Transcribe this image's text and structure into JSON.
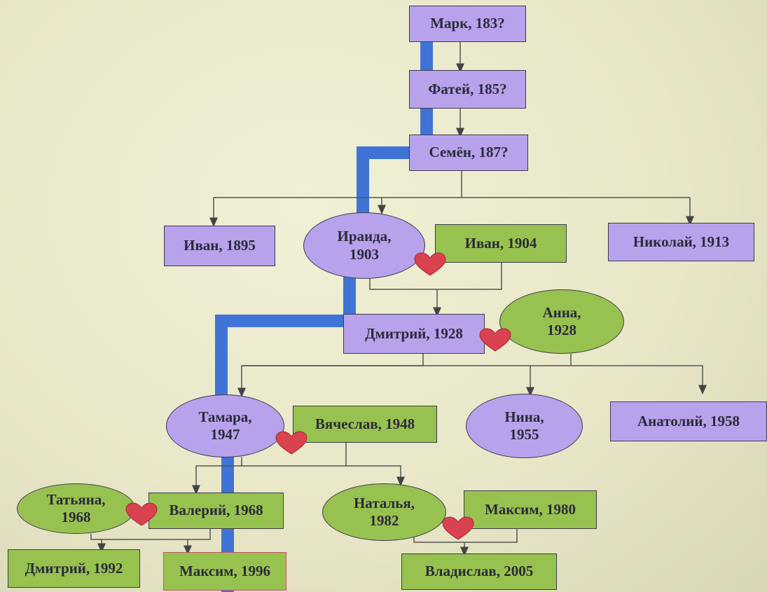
{
  "tree": {
    "mark": "Марк, 183?",
    "fatei": "Фатей, 185?",
    "semen": "Семён, 187?",
    "ivan1895": "Иван, 1895",
    "iraida": "Ираида,\n1903",
    "ivan1904": "Иван, 1904",
    "nikolai": "Николай, 1913",
    "dmitry1928": "Дмитрий, 1928",
    "anna": "Анна,\n1928",
    "tamara": "Тамара,\n1947",
    "vyacheslav": "Вячеслав, 1948",
    "nina": "Нина,\n1955",
    "anatoly": "Анатолий, 1958",
    "tatyana": "Татьяна,\n1968",
    "valery": "Валерий, 1968",
    "natalya": "Наталья,\n1982",
    "maksim1980": "Максим, 1980",
    "dmitry1992": "Дмитрий, 1992",
    "maksim1996": "Максим, 1996",
    "vladislav": "Владислав, 2005"
  },
  "colors": {
    "male_box": "#b8a2ec",
    "spouse_box": "#98c24f",
    "lineage_line": "#3f74d6",
    "heart": "#d9424f"
  }
}
